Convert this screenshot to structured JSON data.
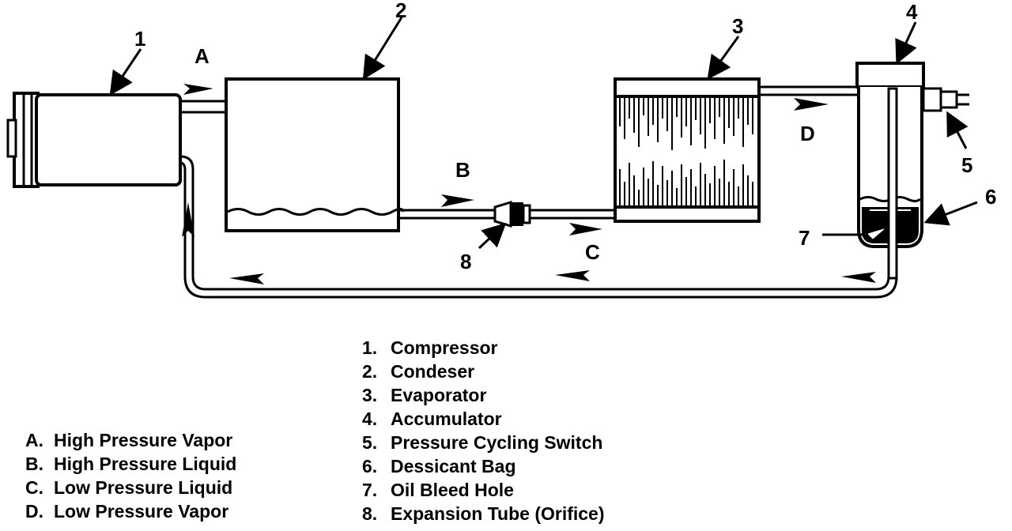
{
  "callouts": {
    "n1": "1",
    "n2": "2",
    "n3": "3",
    "n4": "4",
    "n5": "5",
    "n6": "6",
    "n7": "7",
    "n8": "8"
  },
  "flow_labels": {
    "A": "A",
    "B": "B",
    "C": "C",
    "D": "D"
  },
  "legend_letters": [
    {
      "key": "A.",
      "text": "High Pressure Vapor"
    },
    {
      "key": "B.",
      "text": "High Pressure Liquid"
    },
    {
      "key": "C.",
      "text": "Low Pressure Liquid"
    },
    {
      "key": "D.",
      "text": "Low Pressure Vapor"
    }
  ],
  "legend_numbers": [
    {
      "key": "1.",
      "text": "Compressor"
    },
    {
      "key": "2.",
      "text": "Condeser"
    },
    {
      "key": "3.",
      "text": "Evaporator"
    },
    {
      "key": "4.",
      "text": "Accumulator"
    },
    {
      "key": "5.",
      "text": "Pressure Cycling Switch"
    },
    {
      "key": "6.",
      "text": "Dessicant Bag"
    },
    {
      "key": "7.",
      "text": "Oil Bleed Hole"
    },
    {
      "key": "8.",
      "text": "Expansion Tube (Orifice)"
    }
  ],
  "colors": {
    "ink": "#000000",
    "paper": "#ffffff"
  }
}
